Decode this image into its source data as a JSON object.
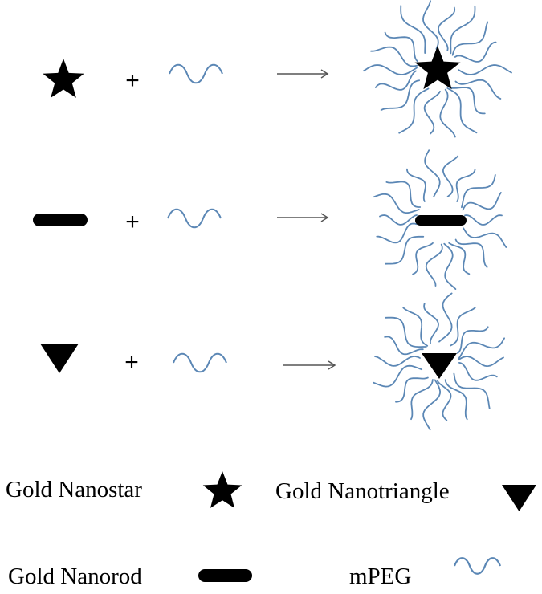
{
  "plus_sign": "+",
  "colors": {
    "shape": "#000000",
    "peg": "#5b87b5",
    "arrow": "#555555"
  },
  "rows": [
    {
      "shape": "star",
      "shape_icon": "star-icon"
    },
    {
      "shape": "rod",
      "shape_icon": "rod-icon"
    },
    {
      "shape": "triangle",
      "shape_icon": "triangle-icon"
    }
  ],
  "legend": {
    "nanostar": "Gold Nanostar",
    "nanotriangle": "Gold Nanotriangle",
    "nanorod": "Gold Nanorod",
    "mpeg": "mPEG"
  }
}
